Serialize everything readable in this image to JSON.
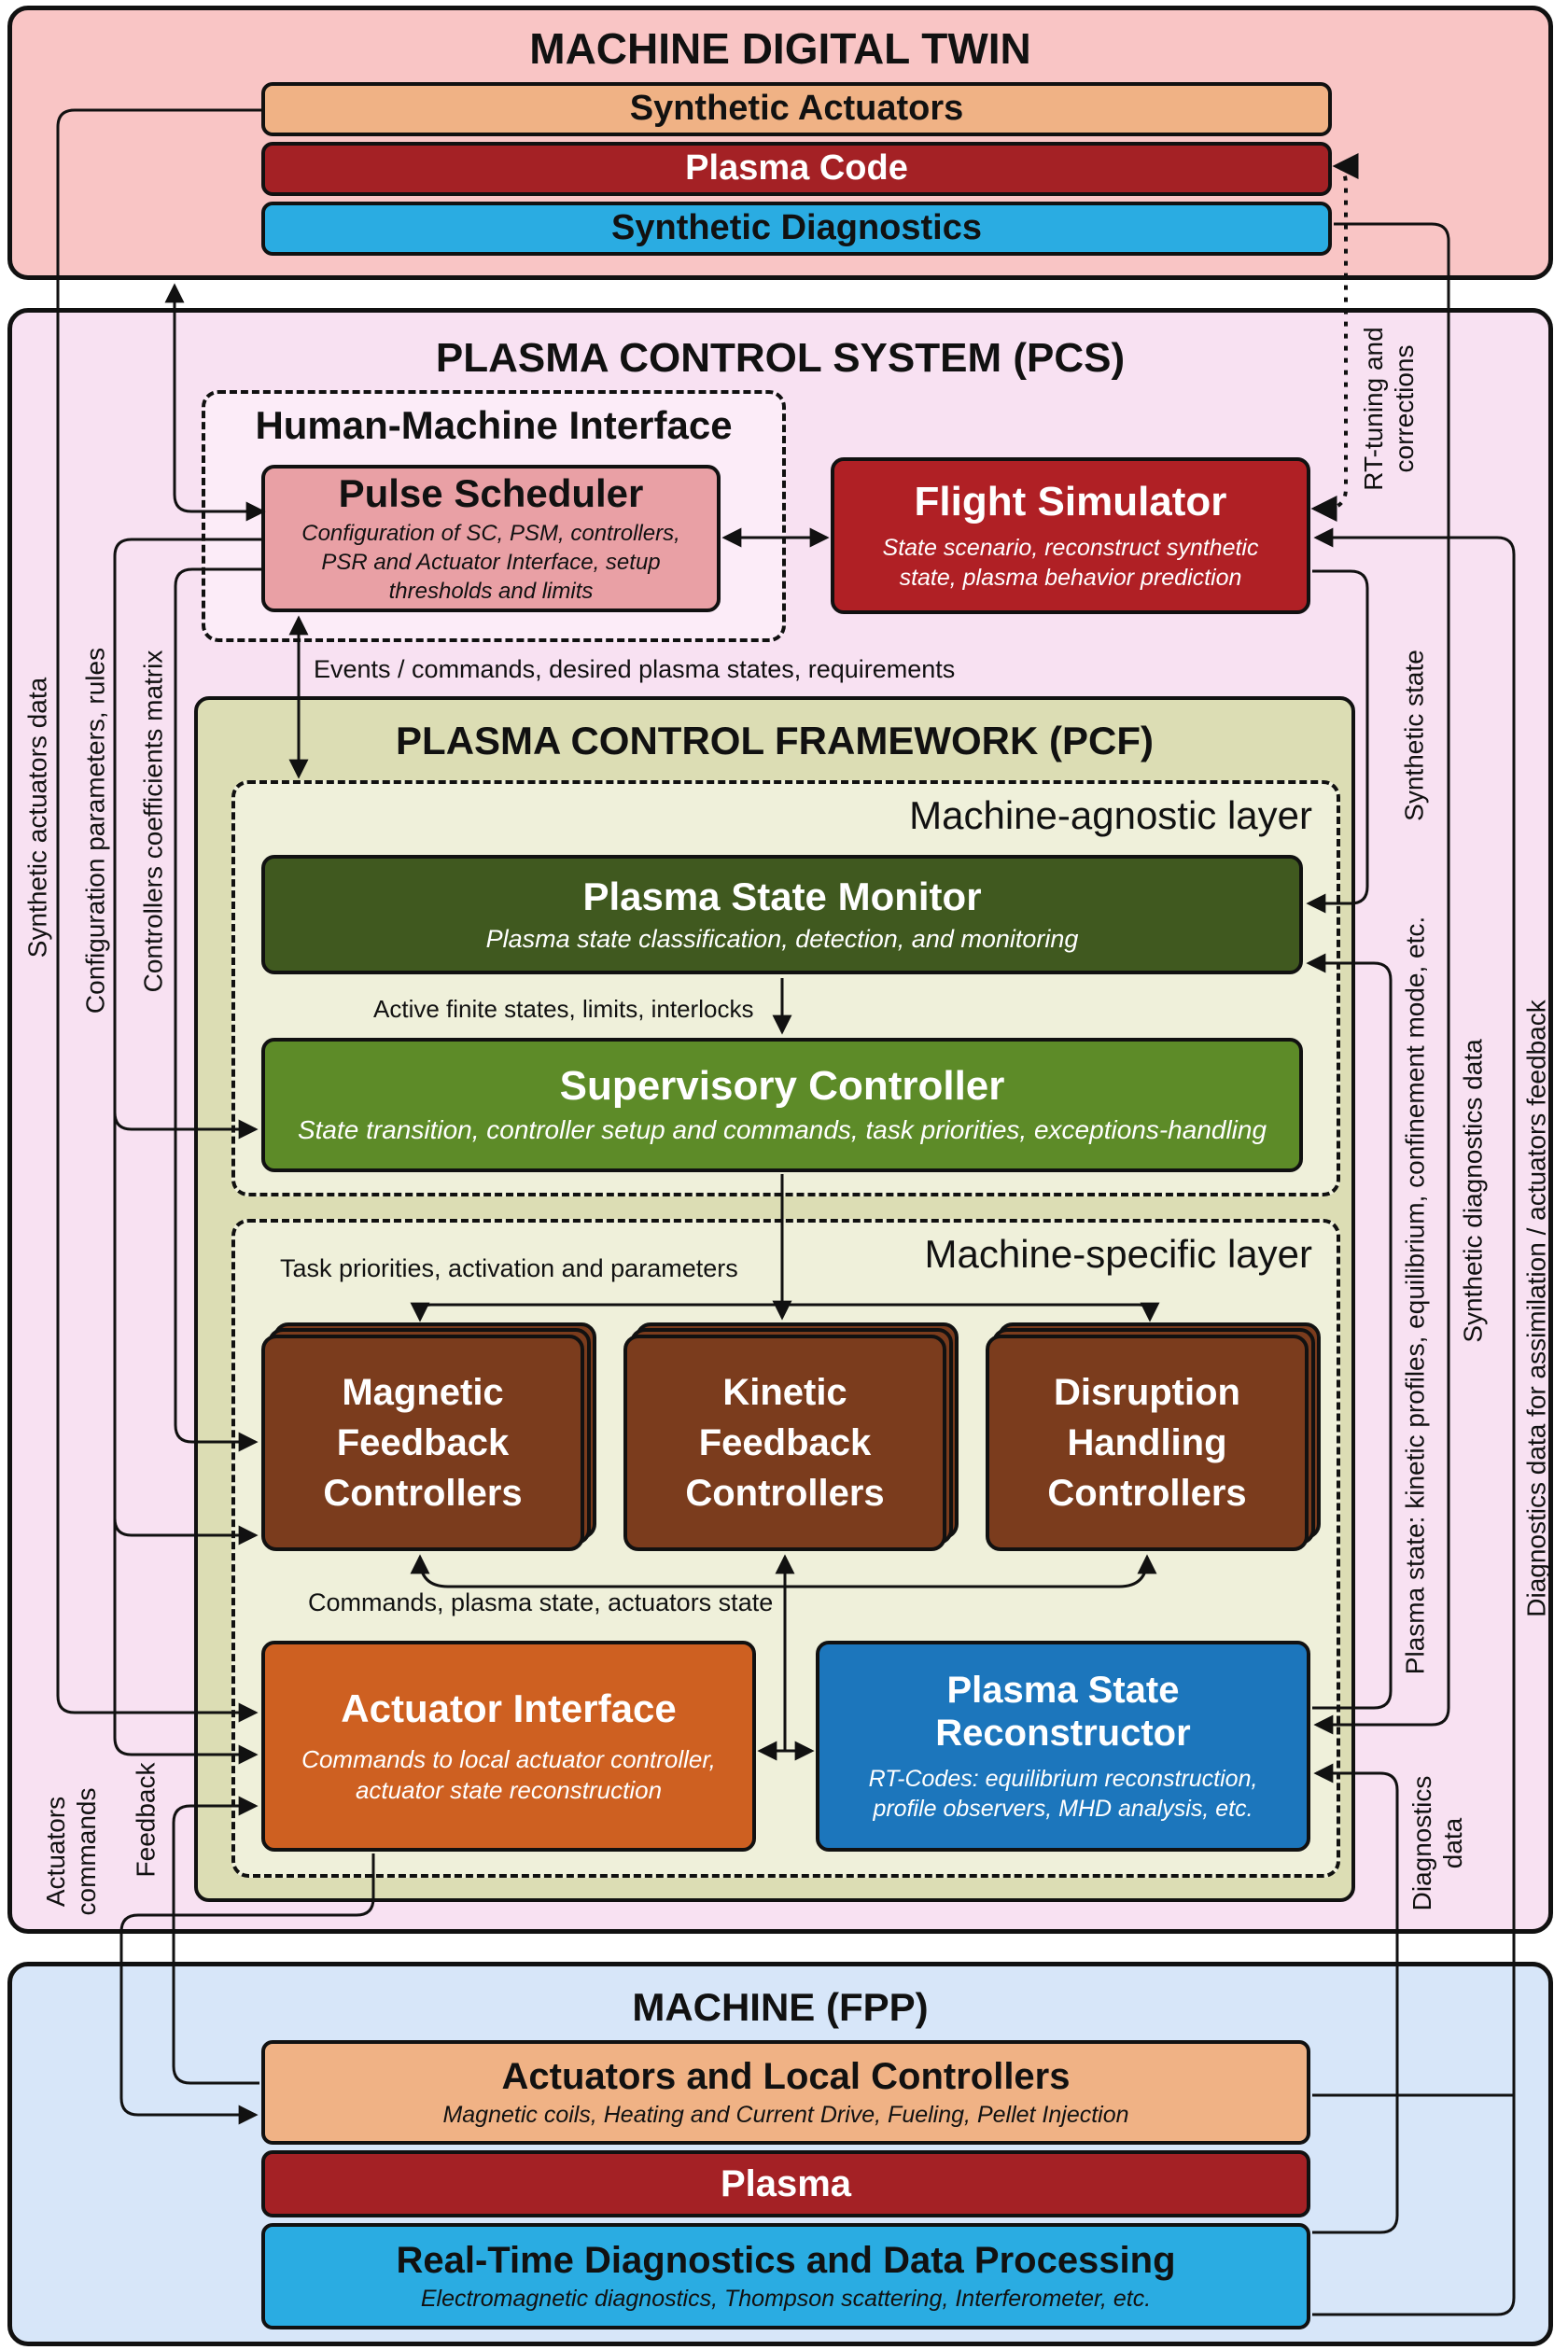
{
  "digital_twin": {
    "title": "MACHINE DIGITAL TWIN",
    "synthetic_actuators": "Synthetic Actuators",
    "plasma_code": "Plasma Code",
    "synthetic_diagnostics": "Synthetic Diagnostics"
  },
  "pcs": {
    "title": "PLASMA CONTROL SYSTEM (PCS)",
    "hmi": {
      "label": "Human-Machine Interface",
      "pulse_scheduler": {
        "title": "Pulse Scheduler",
        "subtitle": "Configuration of SC, PSM, controllers,\nPSR and Actuator Interface, setup\nthresholds and limits"
      },
      "flight_simulator": {
        "title": "Flight Simulator",
        "subtitle": "State scenario, reconstruct synthetic\nstate, plasma behavior prediction"
      }
    },
    "pcf": {
      "title": "PLASMA CONTROL FRAMEWORK (PCF)",
      "machine_agnostic": {
        "label": "Machine-agnostic layer",
        "plasma_state_monitor": {
          "title": "Plasma State Monitor",
          "subtitle": "Plasma state classification, detection, and monitoring"
        },
        "supervisory_controller": {
          "title": "Supervisory Controller",
          "subtitle": "State transition, controller setup and commands, task priorities, exceptions-handling"
        }
      },
      "machine_specific": {
        "label": "Machine-specific layer",
        "magnetic_controllers": "Magnetic\nFeedback\nControllers",
        "kinetic_controllers": "Kinetic\nFeedback\nControllers",
        "disruption_controllers": "Disruption\nHandling\nControllers",
        "actuator_interface": {
          "title": "Actuator Interface",
          "subtitle": "Commands to local actuator controller,\nactuator state reconstruction"
        },
        "plasma_state_reconstructor": {
          "title": "Plasma State\nReconstructor",
          "subtitle": "RT-Codes: equilibrium reconstruction,\nprofile observers, MHD analysis, etc."
        }
      }
    }
  },
  "machine": {
    "title": "MACHINE (FPP)",
    "actuators_local_controllers": {
      "title": "Actuators and Local Controllers",
      "subtitle": "Magnetic coils, Heating and Current Drive, Fueling, Pellet Injection"
    },
    "plasma": "Plasma",
    "rt_diagnostics": {
      "title": "Real-Time Diagnostics and Data Processing",
      "subtitle": "Electromagnetic diagnostics, Thompson scattering, Interferometer, etc."
    }
  },
  "edge_labels": {
    "events": "Events / commands, desired plasma states, requirements",
    "active_states": "Active finite states, limits, interlocks",
    "task_priorities": "Task priorities, activation and parameters",
    "commands_state": "Commands, plasma state, actuators state",
    "synthetic_actuators_data": "Synthetic actuators data",
    "configuration_parameters": "Configuration parameters, rules",
    "controllers_coefficients": "Controllers coefficients matrix",
    "actuators_commands": "Actuators\ncommands",
    "feedback": "Feedback",
    "rt_tuning": "RT-tuning and\ncorrections",
    "synthetic_state": "Synthetic state",
    "plasma_state": "Plasma state: kinetic profiles, equilibrium, confinement mode, etc.",
    "synthetic_diagnostics_data": "Synthetic diagnostics data",
    "diagnostics_assimilation": "Diagnostics data for assimilation / actuators feedback",
    "diagnostics_data": "Diagnostics\ndata"
  },
  "colors": {
    "digital_twin_bg": "#f9c5c5",
    "pcs_bg": "#f8e1f2",
    "hmi_bg": "#fcecf8",
    "pcf_bg": "#dcddb4",
    "layer_bg": "#eff0da",
    "machine_bg": "#d7e6f9",
    "salmon": "#f0b285",
    "dark_red": "#a42125",
    "flight_red": "#b02025",
    "cyan": "#2aace2",
    "pink": "#e9a0a5",
    "dark_green": "#40591f",
    "green": "#5d8b28",
    "brown": "#7b3c1d",
    "orange": "#ce6021",
    "blue": "#1c76bc",
    "line": "#111111"
  }
}
